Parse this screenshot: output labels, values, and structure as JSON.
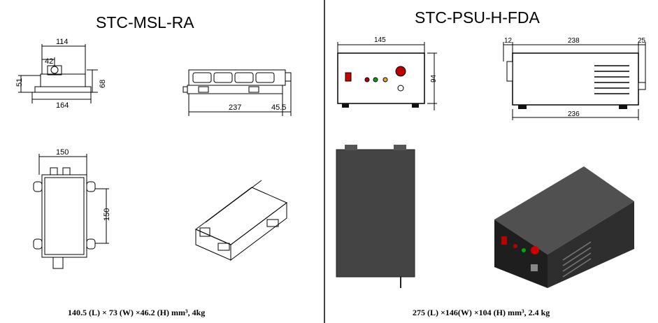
{
  "left": {
    "title": "STC-MSL-RA",
    "front_view": {
      "dim_top": "114",
      "dim_offset": "42",
      "dim_height_left": "51",
      "dim_height_right": "68",
      "dim_bottom": "164"
    },
    "side_view": {
      "dim_length": "237",
      "dim_extra": "45.5"
    },
    "top_view": {
      "dim_width": "150",
      "dim_height": "150"
    },
    "spec_line": "140.5 (L) × 73 (W) ×46.2 (H) mm³, 4kg"
  },
  "right": {
    "title": "STC-PSU-H-FDA",
    "front_view": {
      "dim_width": "145",
      "dim_height": "94"
    },
    "side_view": {
      "dim_left": "12",
      "dim_top": "238",
      "dim_right": "25",
      "dim_bottom": "236"
    },
    "spec_line": "275 (L) ×146(W) ×104 (H) mm³, 2.4 kg"
  },
  "colors": {
    "divider": "#444444",
    "psu_body": "#3a3a3a",
    "psu_dark": "#1e1e1e",
    "line": "#000000"
  }
}
